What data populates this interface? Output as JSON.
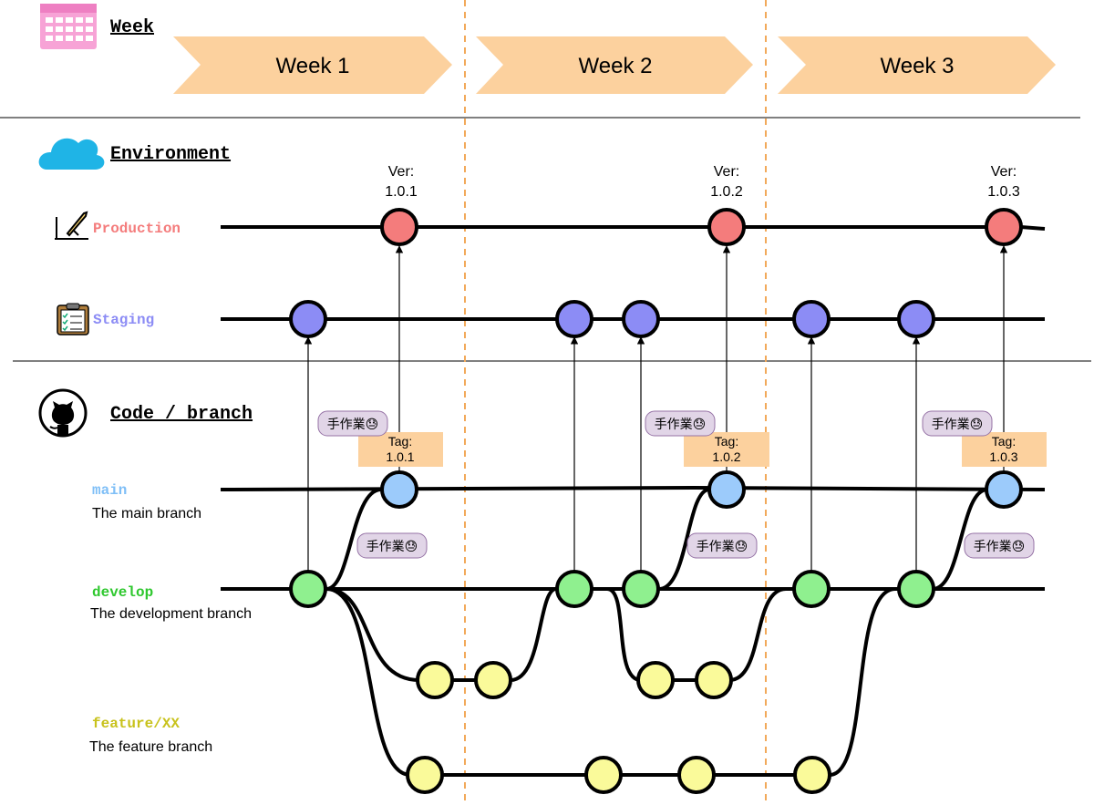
{
  "sections": {
    "week_title": "Week",
    "environment_title": "Environment",
    "code_title": "Code / branch"
  },
  "weeks": [
    "Week 1",
    "Week 2",
    "Week 3"
  ],
  "environments": {
    "production_label": "Production",
    "staging_label": "Staging"
  },
  "versions": [
    {
      "label": "Ver:",
      "number": "1.0.1"
    },
    {
      "label": "Ver:",
      "number": "1.0.2"
    },
    {
      "label": "Ver:",
      "number": "1.0.3"
    }
  ],
  "tags": [
    {
      "label": "Tag:",
      "number": "1.0.1"
    },
    {
      "label": "Tag:",
      "number": "1.0.2"
    },
    {
      "label": "Tag:",
      "number": "1.0.3"
    }
  ],
  "manual_work": "手作業😓",
  "branches": {
    "main": {
      "name": "main",
      "description": "The main branch"
    },
    "develop": {
      "name": "develop",
      "description": "The development branch"
    },
    "feature": {
      "name": "feature/XX",
      "description": "The feature branch"
    }
  },
  "colors": {
    "production": "#f47c7c",
    "staging": "#8c8cf5",
    "main": "#9ccbfb",
    "develop": "#8ff08f",
    "feature": "#fafa9a",
    "week_arrow": "#fcd19e",
    "tag_box": "#fcd19e",
    "manual_badge": "#e1d5e7",
    "divider_dashed": "#f2a95a",
    "calendar": "#f7a3d6",
    "cloud": "#1fb4e6"
  },
  "icons": {
    "week": "calendar-icon",
    "environment": "cloud-icon",
    "production": "rocket-icon",
    "staging": "clipboard-icon",
    "code": "github-icon"
  }
}
